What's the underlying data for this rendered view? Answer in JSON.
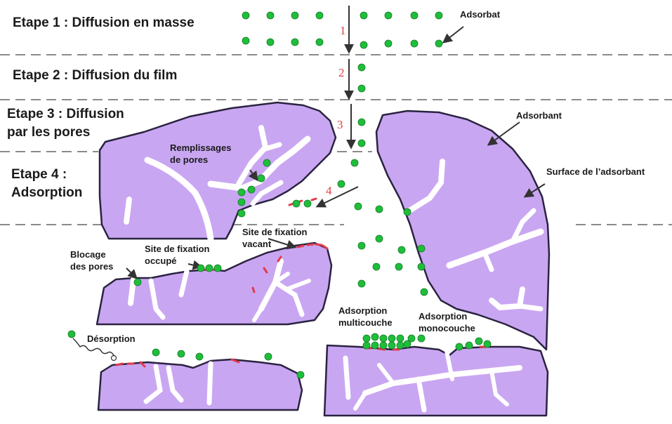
{
  "stages": [
    {
      "line1": "Etape 1 : Diffusion en masse"
    },
    {
      "line1": "Etape 2 : Diffusion du film"
    },
    {
      "line1": "Etape 3 : Diffusion",
      "line2": "par les pores"
    },
    {
      "line1": "Etape 4 :",
      "line2": "Adsorption"
    }
  ],
  "step_numbers": [
    "1",
    "2",
    "3",
    "4"
  ],
  "annotations": {
    "adsorbat": "Adsorbat",
    "adsorbant": "Adsorbant",
    "surface": "Surface de l’adsorbant",
    "remplissage_1": "Remplissages",
    "remplissage_2": "de pores",
    "site_vacant_1": "Site de fixation",
    "site_vacant_2": "vacant",
    "site_occupe_1": "Site de fixation",
    "site_occupe_2": "occupé",
    "blocage_1": "Blocage",
    "blocage_2": "des pores",
    "desorption": "Désorption",
    "multicouche_1": "Adsorption",
    "multicouche_2": "multicouche",
    "monocouche_1": "Adsorption",
    "monocouche_2": "monocouche"
  },
  "colors": {
    "adsorbent_fill": "#c9a6f2",
    "adsorbent_stroke": "#2a2340",
    "pore_fill": "#ffffff",
    "molecule": "#1fbe3a",
    "molecule_stroke": "#137a26",
    "site": "#e23a4a",
    "divider": "#8a8a8a",
    "arrow": "#333333",
    "step_number": "#e0404a"
  }
}
